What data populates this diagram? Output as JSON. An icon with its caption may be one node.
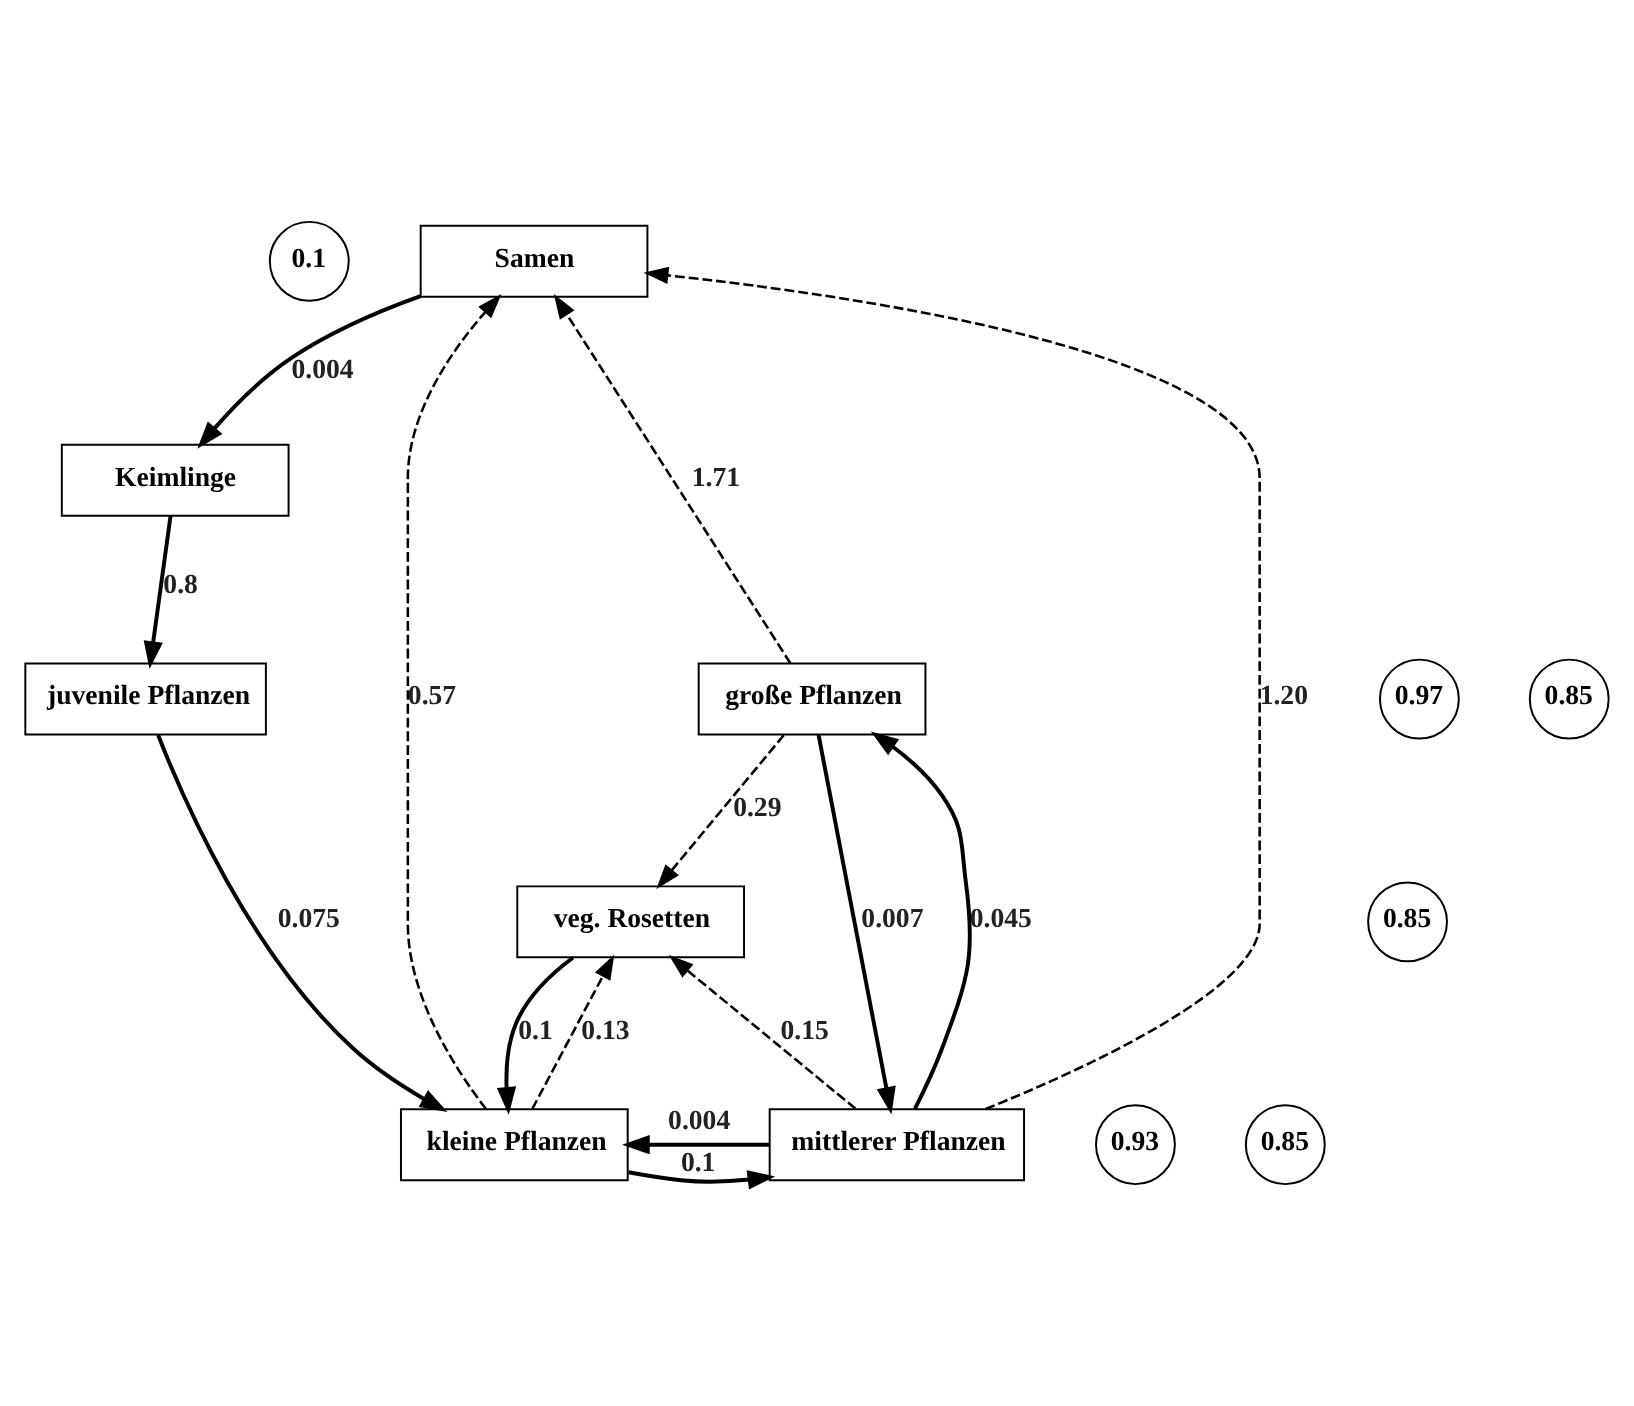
{
  "diagram": {
    "nodes": [
      {
        "text": [
          "0.1"
        ]
      },
      {
        "text": [
          "Samen"
        ]
      },
      {
        "text": [
          "Keimlinge"
        ]
      },
      {
        "text": [
          "0.97"
        ]
      },
      {
        "text": [
          "große Pflanzen"
        ]
      },
      {
        "text": [
          "juvenile Pflanzen"
        ]
      },
      {
        "text": [
          "0.85"
        ]
      },
      {
        "text": [
          "mittlerer Pflanzen"
        ]
      },
      {
        "text": [
          "kleine Pflanzen"
        ]
      },
      {
        "text": [
          "0.93"
        ]
      },
      {
        "text": [
          "0.85"
        ]
      },
      {
        "text": [
          "veg. Rosetten"
        ]
      },
      {
        "text": [
          "0.85"
        ]
      }
    ],
    "edges": [
      {
        "from": 1,
        "to": 2,
        "arrow": "to",
        "label": "0.004"
      },
      {
        "from": 2,
        "to": 5,
        "arrow": "to",
        "label": "0.8"
      },
      {
        "from": 5,
        "to": 8,
        "arrow": "to",
        "label": "0.075"
      },
      {
        "from": 4,
        "to": 1,
        "arrow": "to",
        "label": "1.71",
        "style": "dashed"
      },
      {
        "from": 7,
        "to": 1,
        "arrow": "to",
        "label": "1.20",
        "style": "dashed"
      },
      {
        "from": 8,
        "to": 1,
        "arrow": "to",
        "label": "0.57",
        "style": "dashed"
      },
      {
        "from": 7,
        "to": 4,
        "arrow": "to",
        "label": "0.045"
      },
      {
        "from": 4,
        "to": 7,
        "arrow": "to",
        "label": "0.007"
      },
      {
        "from": 7,
        "to": 8,
        "arrow": "to",
        "label": "0.004"
      },
      {
        "from": 8,
        "to": 7,
        "arrow": "to",
        "label": "0.1"
      },
      {
        "from": 4,
        "to": 11,
        "arrow": "to",
        "label": "0.29",
        "style": "dashed"
      },
      {
        "from": 7,
        "to": 11,
        "arrow": "to",
        "label": "0.15",
        "style": "dashed"
      },
      {
        "from": 11,
        "to": 8,
        "arrow": "to",
        "label": "0.1"
      },
      {
        "from": 8,
        "to": 11,
        "arrow": "to",
        "label": "0.13",
        "style": "dashed"
      }
    ]
  }
}
